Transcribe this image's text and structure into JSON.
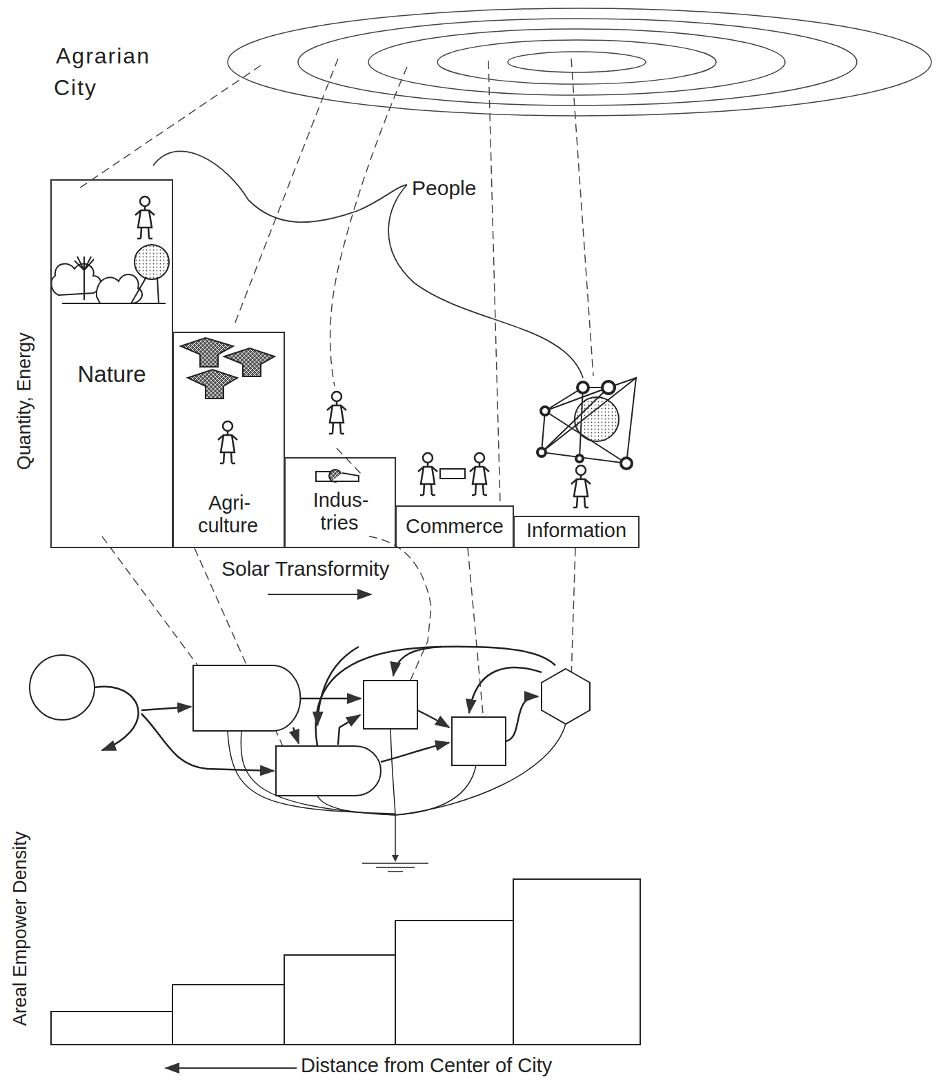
{
  "diagram": {
    "nodes": [
      {
        "text": [
          "Nature"
        ]
      },
      {
        "text": [
          "Agri- culture"
        ]
      },
      {
        "text": [
          "Indus- tries"
        ]
      },
      {
        "text": [
          "Commerce"
        ]
      },
      {
        "text": [
          "Information"
        ]
      }
    ],
    "labels": [
      "Agrarian City",
      "People",
      "Quantity, Energy",
      "Solar Transformity",
      "Areal Empower Density",
      "Distance from Center of City"
    ]
  }
}
